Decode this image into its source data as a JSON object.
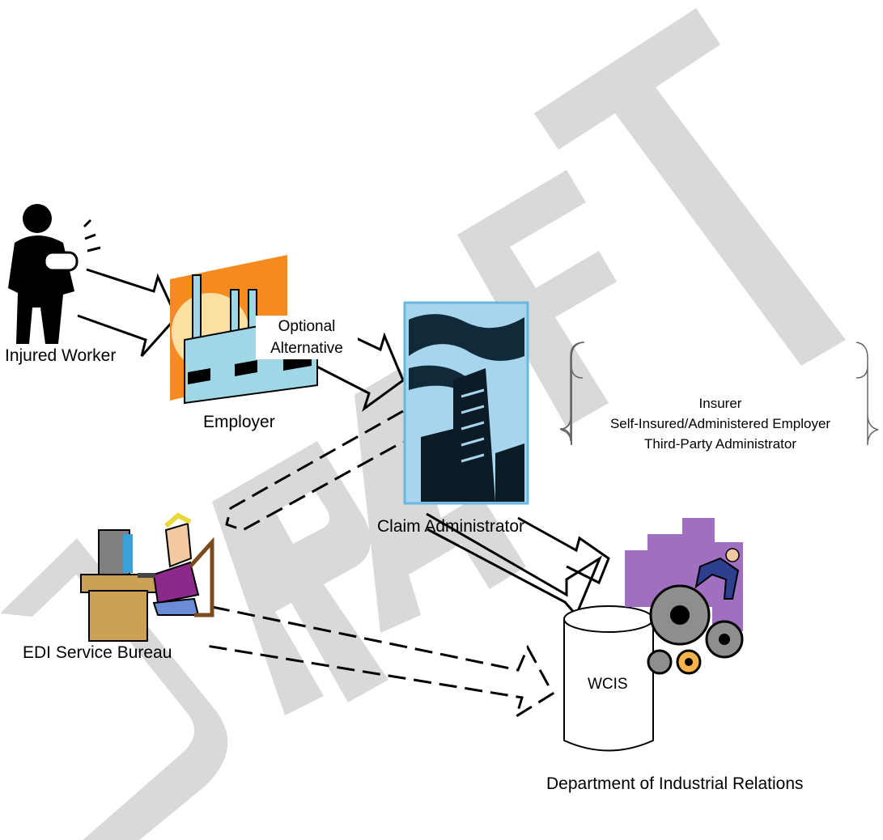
{
  "diagram": {
    "watermark": "DRAFT",
    "nodes": {
      "injured_worker": "Injured Worker",
      "employer": "Employer",
      "claim_administrator": "Claim Administrator",
      "edi_service_bureau": "EDI Service Bureau",
      "wcis": "WCIS",
      "dir": "Department of Industrial Relations"
    },
    "optional_alternative": {
      "line1": "Optional",
      "line2": "Alternative"
    },
    "claim_admin_types": [
      "Insurer",
      "Self-Insured/Administered Employer",
      "Third-Party Administrator"
    ]
  }
}
